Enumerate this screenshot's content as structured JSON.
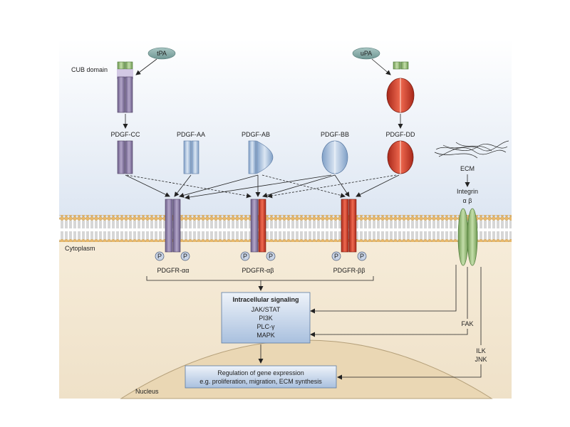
{
  "labels": {
    "cub_domain": "CUB domain",
    "tpa": "tPA",
    "upa": "uPA",
    "cytoplasm": "Cytoplasm",
    "nucleus": "Nucleus",
    "ecm": "ECM",
    "integrin": "Integrin",
    "integrin_subunits": "α β",
    "fak": "FAK",
    "ilk": "ILK",
    "jnk": "JNK",
    "p": "P"
  },
  "ligands": {
    "cc": "PDGF-CC",
    "aa": "PDGF-AA",
    "ab": "PDGF-AB",
    "bb": "PDGF-BB",
    "dd": "PDGF-DD"
  },
  "receptors": {
    "aa": "PDGFR-αα",
    "ab": "PDGFR-αβ",
    "bb": "PDGFR-ββ"
  },
  "signaling_box": {
    "title": "Intracellular signaling",
    "items": [
      "JAK/STAT",
      "PI3K",
      "PLC-γ",
      "MAPK"
    ]
  },
  "gene_box": {
    "line1": "Regulation of gene expression",
    "line2": "e.g. proliferation, migration, ECM synthesis"
  },
  "colors": {
    "alpha_chain": "#8e7fa8",
    "beta_chain": "#d9402c",
    "ligand_a": "#a9c2e0",
    "integrin": "#9cbf7c",
    "box_fill": "#b8cce6"
  }
}
